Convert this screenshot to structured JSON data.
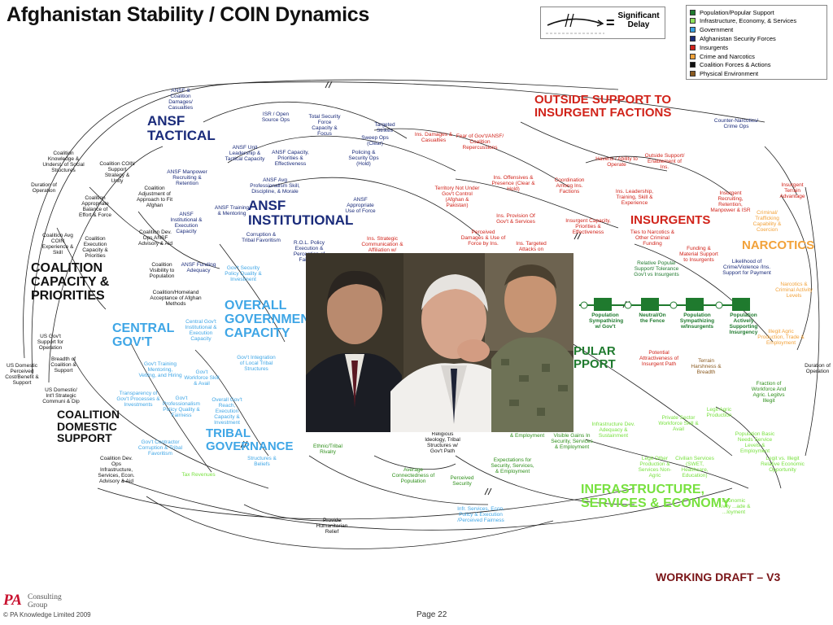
{
  "title": "Afghanistan Stability / COIN Dynamics",
  "delay_legend": {
    "label_line1": "Significant",
    "label_line2": "Delay",
    "equals": "="
  },
  "legend": [
    {
      "label": "Population/Popular Support",
      "color": "#1f7a2e"
    },
    {
      "label": "Infrastructure, Economy, & Services",
      "color": "#8de05a"
    },
    {
      "label": "Government",
      "color": "#3aa0e0"
    },
    {
      "label": "Afghanistan Security Forces",
      "color": "#1a2b7a"
    },
    {
      "label": "Insurgents",
      "color": "#d1231a"
    },
    {
      "label": "Crime and Narcotics",
      "color": "#f2a23a"
    },
    {
      "label": "Coalition Forces & Actions",
      "color": "#111111"
    },
    {
      "label": "Physical Environment",
      "color": "#8a5a20"
    }
  ],
  "clusters": {
    "ansf_tactical": "ANSF TACTICAL",
    "ansf_institutional": "ANSF INSTITUTIONAL",
    "outside_support": "OUTSIDE SUPPORT TO INSURGENT FACTIONS",
    "insurgents": "INSURGENTS",
    "narcotics": "NARCOTICS",
    "coalition_capacity": "COALITION CAPACITY & PRIORITIES",
    "central_govt": "CENTRAL GOV'T",
    "overall_govt": "OVERALL GOVERNMENT CAPACITY",
    "coalition_domestic": "COALITION DOMESTIC SUPPORT",
    "tribal_governance": "TRIBAL GOVERNANCE",
    "popular_support": "PULAR PPORT",
    "infrastructure": "INFRASTRUCTURE, SERVICES & ECONOMY"
  },
  "population_chain": [
    "Population Sympathizing w/ Gov't",
    "Neutral/On the Fence",
    "Population Sympathizing w/Insurgents",
    "Population Actively Supporting Insurgency"
  ],
  "nodes": {
    "n1": "ANSF & Coalition Damages/ Casualties",
    "n2": "ISR / Open Source Ops",
    "n3": "Total Security Force Capacity & Focus",
    "n4": "Targeted Strikes",
    "n5": "Sweep Ops (Clear)",
    "n6": "Policing & Security Ops (Hold)",
    "n7": "Ins. Damages & Casualties",
    "n8": "Fear of Gov't/ANSF/ Coalition Repercussions",
    "n9": "Counter-Narcotics/ Crime Ops",
    "n10": "ANSF Unit Leadership & Tactical Capacity",
    "n11": "ANSF Capacity, Priorities & Effectiveness",
    "n12": "Havens / Ability to Operate",
    "n13": "Outside Support/ Enablement of Ins.",
    "n14": "Insurgent Terrain Advantage",
    "n15": "Coalition Knowledge & Underst. of Social Structures",
    "n16": "Coalition COIN Support Strategy & Unity",
    "n17": "ANSF Manpower Recruiting & Retention",
    "n18": "ANSF Avg Professionalism Skill, Discipline, & Morale",
    "n19": "Territory Not Under Gov't Control (Afghan & Pakistan)",
    "n20": "Ins. Offensives & Presence (Clear & Hold)",
    "n21": "Coordination Among Ins. Factions",
    "n22": "Ins. Leadership, Training, Skill & Experience",
    "n23": "Insurgent Recruiting, Retention, Manpower & ISR",
    "n24": "Criminal/ Trafficking Capability & Coercion",
    "n25": "Duration of Operation",
    "n26": "Coalition Appropriate Balance of Effort & Force",
    "n27": "Coalition Adjustment of Approach to Fit Afghan",
    "n28": "ANSF Training & Mentoring",
    "n29": "ANSF Institutional & Execution Capacity",
    "n30": "ANSF Appropriate Use of Force",
    "n31": "Ins. Provision Of Gov't & Services",
    "n32": "Insurgent Capacity, Priorities & Effectiveness",
    "n33": "Ties to Narcotics & Other Criminal Funding",
    "n34": "Coalition Avg COIN Experience & Skill",
    "n35": "Coalition Execution Capacity & Priorities",
    "n36": "Coalition Dev. Ops ANSF Advisory & Aid",
    "n37": "Corruption & Tribal Favoritism",
    "n38": "R.O.L. Policy Execution & Perception of Fairness",
    "n39": "Ins. Strategic Communication & Affiliation w/",
    "n40": "Perceived Damages & Use of Force by Ins.",
    "n41": "Ins. Targeted Attacks on",
    "n42": "Funding & Material Support to Insurgents",
    "n43": "Likelihood of Crime/Violence /Ins. Support for Payment",
    "n44": "Coalition Visibility to Population",
    "n45": "ANSF Funding Adequacy",
    "n46": "Gov't Security Policy Quality & Investment",
    "n47": "Coalition/Homeland Acceptance of Afghan Methods",
    "n48": "Relative Popular Support/ Tolerance Gov't vs Insurgents",
    "n49": "Narcotics & Criminal Activity Levels",
    "n50": "Central Gov't Institutional & Execution Capacity",
    "n51": "US Gov't Support for Operation",
    "n52": "Breadth of Coalition & Support",
    "n53": "US Domestic Perceived Cost/Benefit & Support",
    "n54": "US Domestic/ Int'l Strategic Communi & Dip",
    "n55": "Gov't Training Mentoring, Vetting, and Hiring",
    "n56": "Gov't Workforce Skill & Avail",
    "n57": "Gov't Integration of Local Tribal Structures",
    "n58": "Transparency of Gov't Processes & Investments",
    "n59": "Gov't Professionalism Policy Quality & Fairness",
    "n60": "Overall Gov't Reach, Execution Capacity & Investment",
    "n61": "Potential Attractiveness of Insurgent Path",
    "n62": "Terrain Harshness & Breadth",
    "n63": "Illegit Agric Production, Trade & Employment",
    "n64": "Fraction of Workforce And Agric. Legitvs Illegit",
    "n65": "Duration of Operation",
    "n66": "Gov't Contractor Corruption & Tribal Favoritism",
    "n67": "Structures & Beliefs",
    "n68": "Ethnic/Tribal Rivalry",
    "n69": "Religious Ideology, Tribal Structures w/ Gov't Path",
    "n70": "Visible Gains In Security, Services & Employment",
    "n71": "Infrastructure Dev. Adequacy & Sustainment",
    "n72": "Private Sector Workforce Skill & Avail",
    "n73": "Legit Agric Production",
    "n74": "Population Basic Needs Service Levels & Employment",
    "n75": "Coalition Dev. Ops Infrastructure, Services, Econ. Advisory & Aid",
    "n76": "Tax Revenues",
    "n77": "Average Connectedness of Population",
    "n78": "Perceived Security",
    "n79": "Expectations for Security, Services, & Employment",
    "n80": "Legit Other Production & Services Non-Agric",
    "n81": "Civilian Services (SWET, Healthcare, Education)",
    "n82": "Legit vs. Illegit Relative Economic Opportunity",
    "n83": "Provide Humanitarian Relief",
    "n84": "Infr. Services, Econ. Policy & Execution /Perceived Fairness",
    "n85": "Economic ...ivity ...ade & ...loyment",
    "n86": "& Employment"
  },
  "photo_caption": "photograph",
  "footer": {
    "working_draft": "WORKING DRAFT – V3",
    "pa_mark": "PA",
    "pa_name_1": "Consulting",
    "pa_name_2": "Group",
    "copyright": "© PA Knowledge Limited 2009",
    "page": "Page 22"
  }
}
